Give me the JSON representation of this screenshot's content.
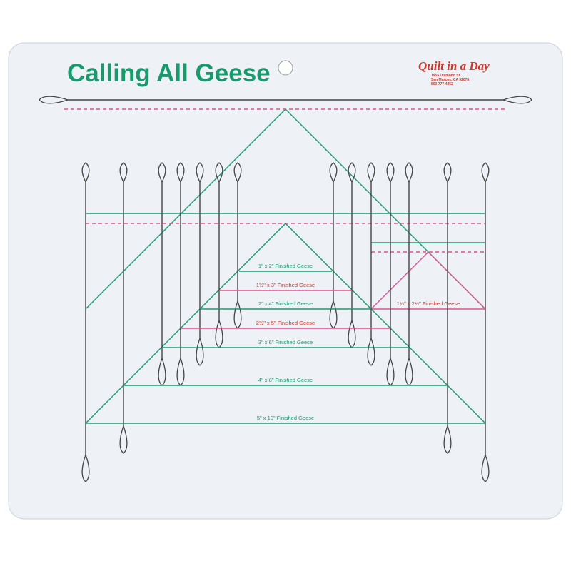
{
  "ruler": {
    "title": "Calling All Geese",
    "brand": "Quilt in a Day",
    "address_lines": [
      "1955 Diamond St.",
      "San Marcos, CA 92078",
      "800 777-4852"
    ],
    "labels": [
      {
        "text": "1\" x 2\" Finished Geese",
        "color": "green"
      },
      {
        "text": "1½\" x 3\" Finished Geese",
        "color": "pink"
      },
      {
        "text": "2\" x 4\" Finished Geese",
        "color": "green"
      },
      {
        "text": "2½\" x 5\" Finished Geese",
        "color": "pink"
      },
      {
        "text": "3\" x 6\" Finished Geese",
        "color": "green"
      },
      {
        "text": "4\" x 8\" Finished Geese",
        "color": "green"
      },
      {
        "text": "5\" x 10\" Finished Geese",
        "color": "green"
      }
    ],
    "side_label": "1¼\" x 2½\" Finished Geese",
    "colors": {
      "green": "#1a9a6c",
      "pink": "#e0508e",
      "red": "#d0352a",
      "wire": "#444444",
      "board": "#eef2f6"
    }
  }
}
